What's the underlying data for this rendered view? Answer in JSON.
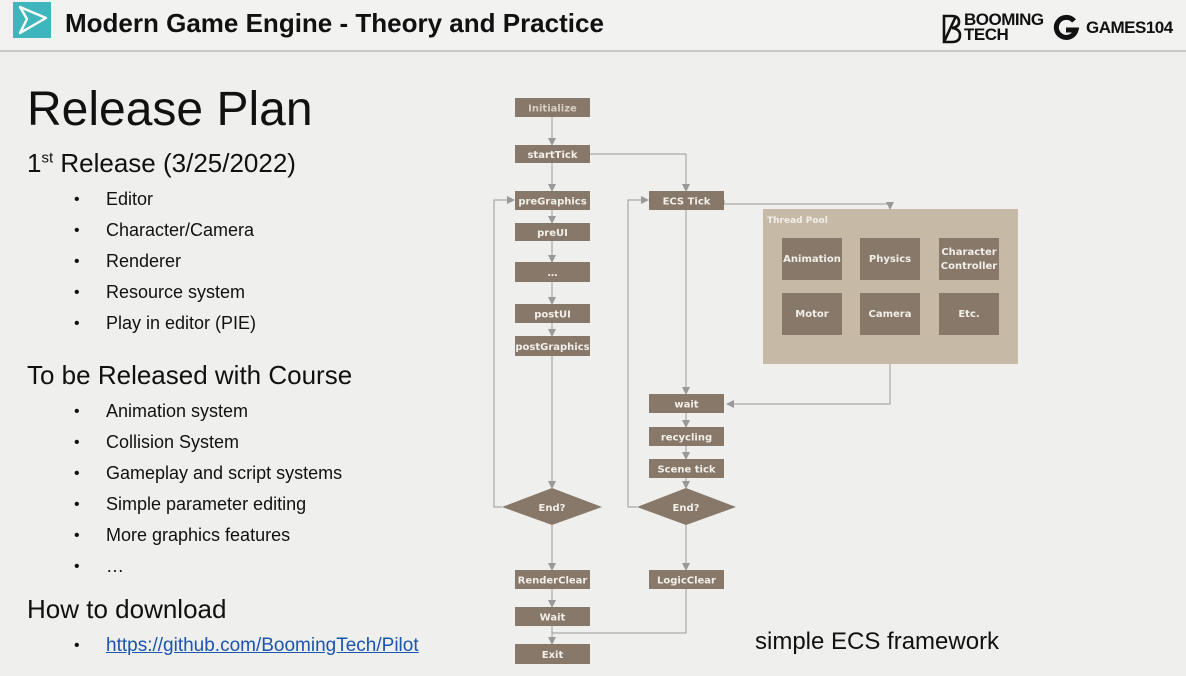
{
  "header": {
    "title": "Modern Game Engine - Theory and Practice",
    "brand1_line1": "BOOMING",
    "brand1_line2": "TECH",
    "brand2": "GAMES104",
    "icons": [
      "play-triangle-logo",
      "booming-tech-logo",
      "games104-g-logo"
    ]
  },
  "slide": {
    "title": "Release Plan",
    "release1": {
      "prefix": "1",
      "sup": "st",
      "suffix": " Release (3/25/2022)",
      "items": [
        "Editor",
        "Character/Camera",
        "Renderer",
        "Resource system",
        "Play in editor (PIE)"
      ]
    },
    "course": {
      "heading": "To be Released with Course",
      "items": [
        "Animation system",
        "Collision System",
        "Gameplay and script systems",
        "Simple parameter editing",
        "More graphics features",
        "…"
      ]
    },
    "download": {
      "heading": "How to download",
      "link": "https://github.com/BoomingTech/Pilot"
    },
    "caption": "simple ECS framework"
  },
  "diagram": {
    "left_column": [
      "Initialize",
      "startTick",
      "preGraphics",
      "preUI",
      "…",
      "postUI",
      "postGraphics"
    ],
    "left_decision": "End?",
    "left_after": [
      "RenderClear",
      "Wait",
      "Exit"
    ],
    "middle_column": [
      "ECS Tick",
      "wait",
      "recycling",
      "Scene tick"
    ],
    "middle_decision": "End?",
    "middle_after": [
      "LogicClear"
    ],
    "thread_pool": {
      "title": "Thread Pool",
      "items": [
        "Animation",
        "Physics",
        "Character Controller",
        "Motor",
        "Camera",
        "Etc."
      ]
    },
    "colors": {
      "node": "#87786a",
      "pool": "#c6b9a6",
      "line": "#999999",
      "text": "#f2efe9"
    }
  }
}
